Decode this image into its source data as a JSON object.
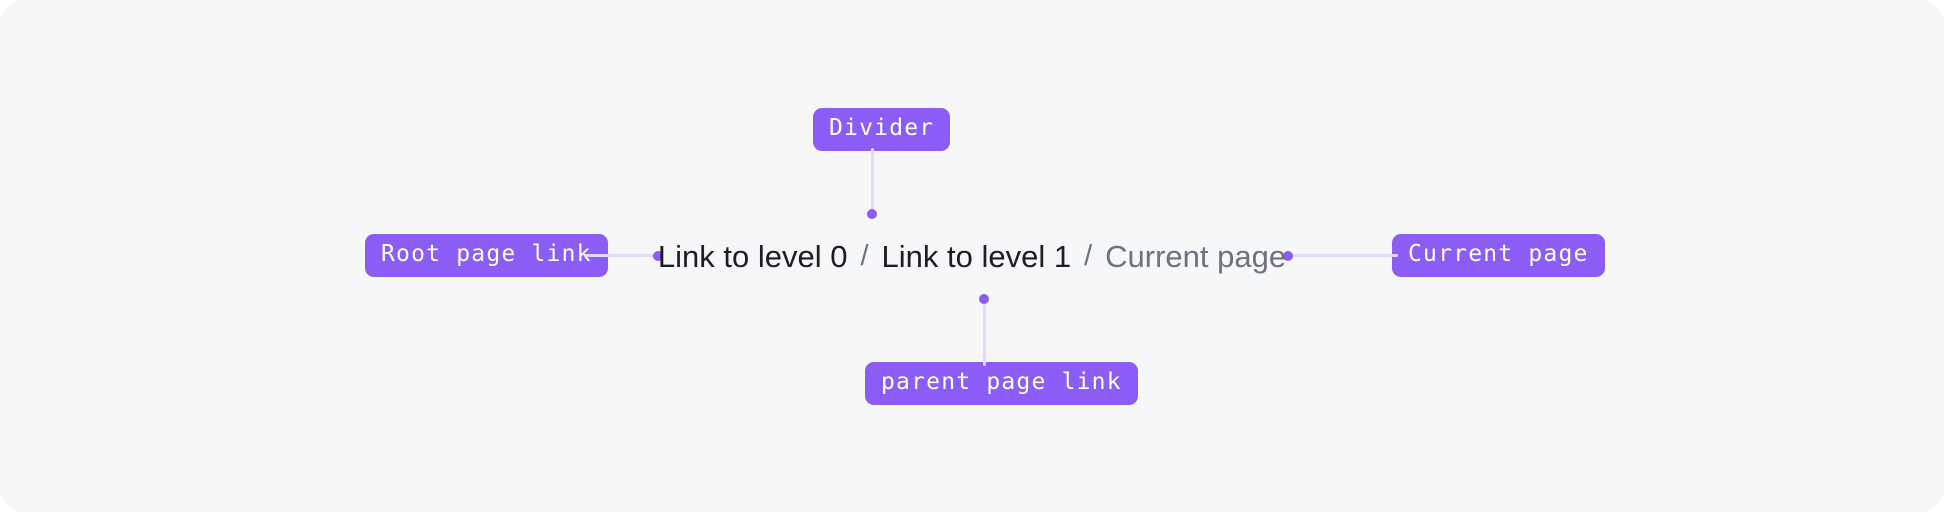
{
  "canvas": {
    "background_color": "#f6f7f9",
    "accent_color": "#8b5cf6",
    "connector_color": "#e4d9fb",
    "link_text_color": "#1c1e21",
    "muted_text_color": "#6b7280"
  },
  "annotations": {
    "divider": "Divider",
    "root_page_link": "Root page link",
    "current_page": "Current page",
    "parent_page_link": "parent page link"
  },
  "breadcrumb": {
    "separator": "/",
    "items": [
      {
        "label": "Link to level 0",
        "type": "link"
      },
      {
        "label": "Link to level 1",
        "type": "link"
      },
      {
        "label": "Current page",
        "type": "current"
      }
    ]
  }
}
